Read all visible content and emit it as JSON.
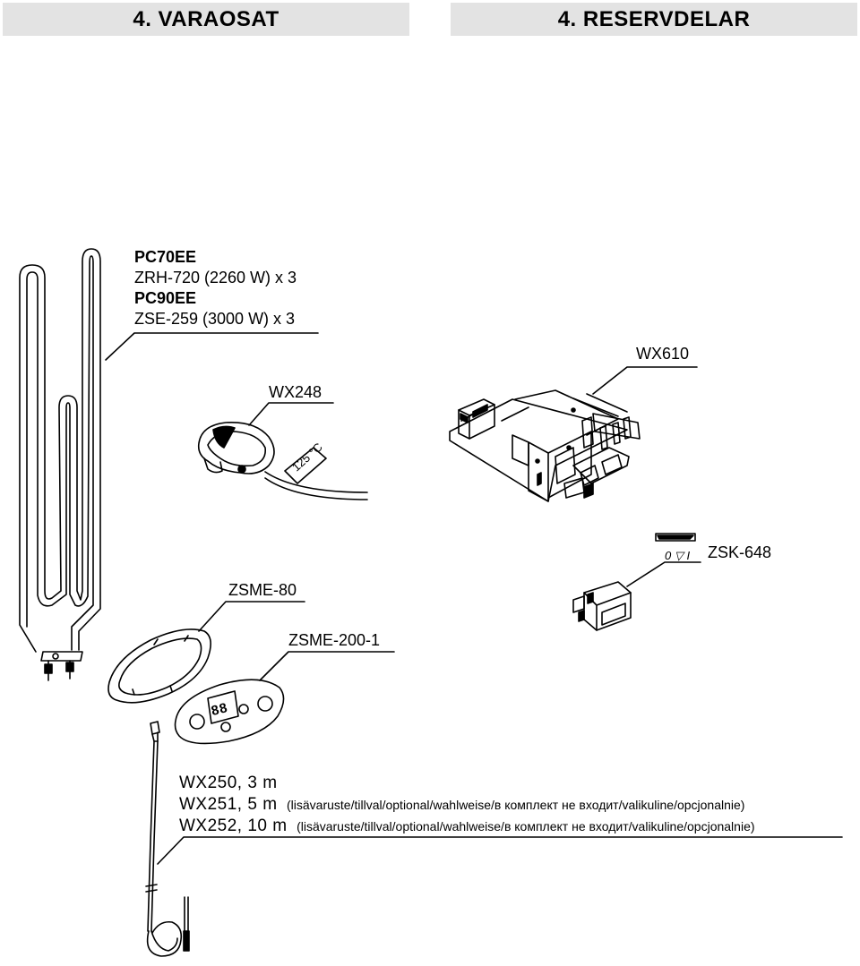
{
  "header": {
    "left_title": "4. VARAOSAT",
    "right_title": "4. RESERVDELAR"
  },
  "labels": {
    "heater_model_1": "PC70EE",
    "heater_element_1": "ZRH-720 (2260 W) x 3",
    "heater_model_2": "PC90EE",
    "heater_element_2": "ZSE-259 (3000 W) x 3",
    "board": "WX610",
    "sensor": "WX248",
    "sensor_temp": "125 °C",
    "switch": "ZSK-648",
    "switch_markings": "0 ▽ I",
    "cover": "ZSME-80",
    "panel": "ZSME-200-1",
    "panel_display": "88"
  },
  "cables": [
    {
      "main": "WX250, 3 m",
      "note": ""
    },
    {
      "main": "WX251, 5 m",
      "note": "(lisävaruste/tillval/optional/wahlweise/в комплект не входит/valikuline/opcjonalnie)"
    },
    {
      "main": "WX252, 10 m",
      "note": "(lisävaruste/tillval/optional/wahlweise/в комплект не входит/valikuline/opcjonalnie)"
    }
  ]
}
